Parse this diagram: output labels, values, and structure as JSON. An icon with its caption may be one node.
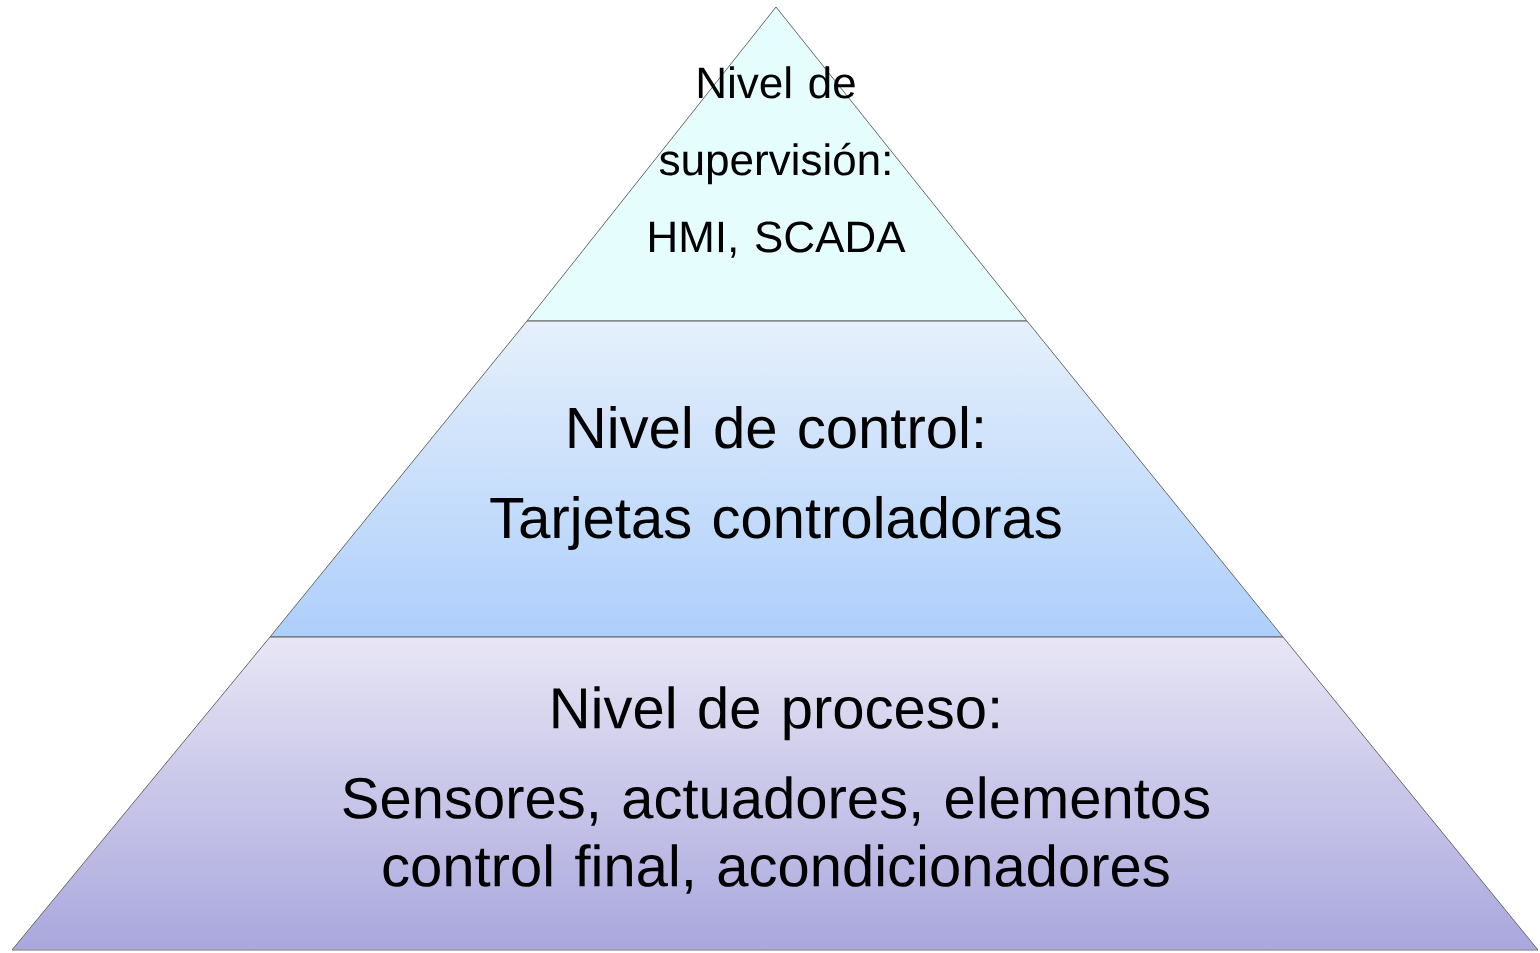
{
  "diagram": {
    "nodes": [
      {
        "text": [
          "Nivel de supervisión:",
          "HMI, SCADA"
        ]
      },
      {
        "text": [
          "Nivel de control:",
          "Tarjetas controladoras"
        ]
      },
      {
        "text": [
          "Nivel de proceso:",
          "Sensores, actuadores, elementos control final, acondicionadores"
        ]
      }
    ]
  }
}
